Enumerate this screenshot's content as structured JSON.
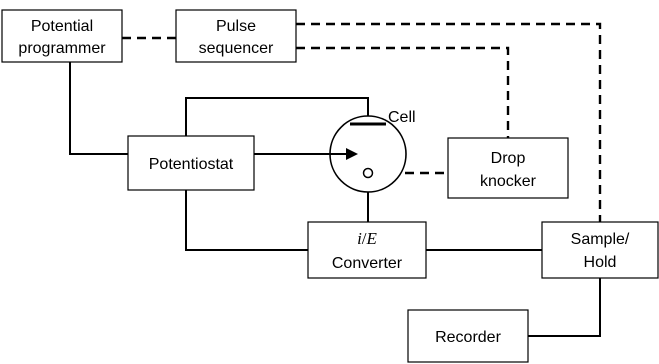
{
  "blocks": {
    "potential_programmer": [
      "Potential",
      "programmer"
    ],
    "pulse_sequencer": [
      "Pulse",
      "sequencer"
    ],
    "potentiostat": "Potentiostat",
    "cell": "Cell",
    "drop_knocker": [
      "Drop",
      "knocker"
    ],
    "ie_converter": {
      "i": "i",
      "slash": "/",
      "e": "E",
      "line2": "Converter"
    },
    "sample_hold": [
      "Sample/",
      "Hold"
    ],
    "recorder": "Recorder"
  }
}
